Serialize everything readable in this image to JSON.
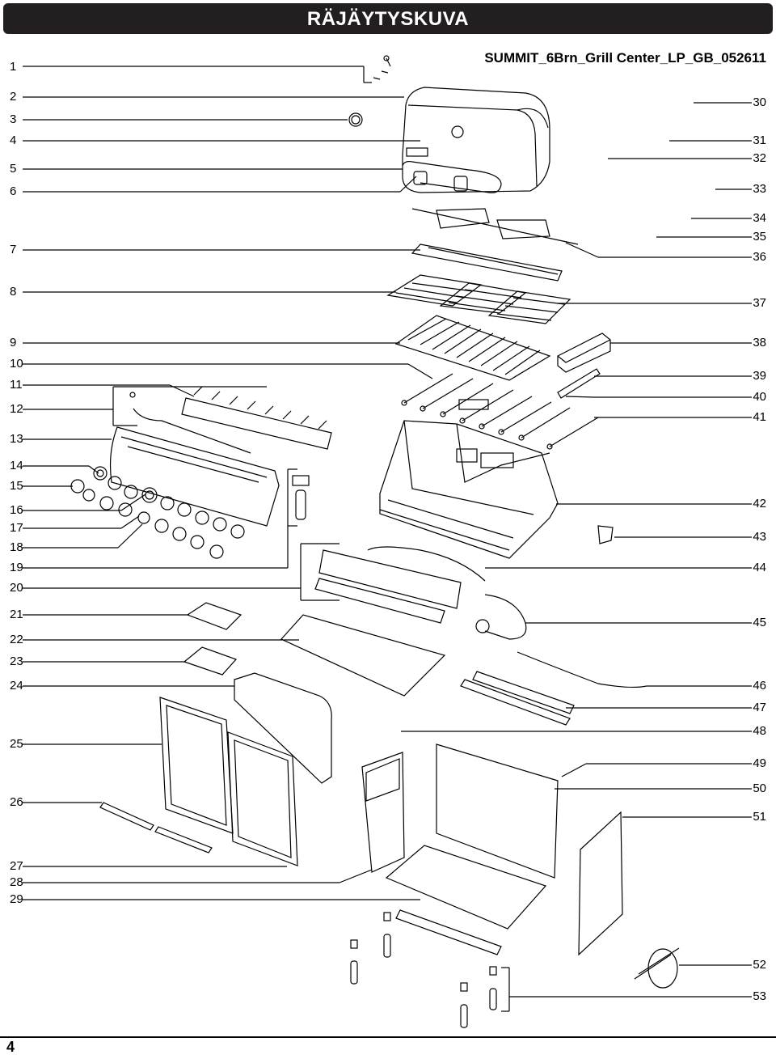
{
  "header": {
    "title": "RÄJÄYTYSKUVA",
    "model_code": "SUMMIT_6Brn_Grill Center_LP_GB_052611"
  },
  "callouts": {
    "left": [
      "1",
      "2",
      "3",
      "4",
      "5",
      "6",
      "7",
      "8",
      "9",
      "10",
      "11",
      "12",
      "13",
      "14",
      "15",
      "16",
      "17",
      "18",
      "19",
      "20",
      "21",
      "22",
      "23",
      "24",
      "25",
      "26",
      "27",
      "28",
      "29"
    ],
    "right": [
      "30",
      "31",
      "32",
      "33",
      "34",
      "35",
      "36",
      "37",
      "38",
      "39",
      "40",
      "41",
      "42",
      "43",
      "44",
      "45",
      "46",
      "47",
      "48",
      "49",
      "50",
      "51",
      "52",
      "53"
    ]
  },
  "footer": {
    "page_number": "4"
  },
  "colors": {
    "title_bar": "#231f20",
    "line": "#000000"
  }
}
